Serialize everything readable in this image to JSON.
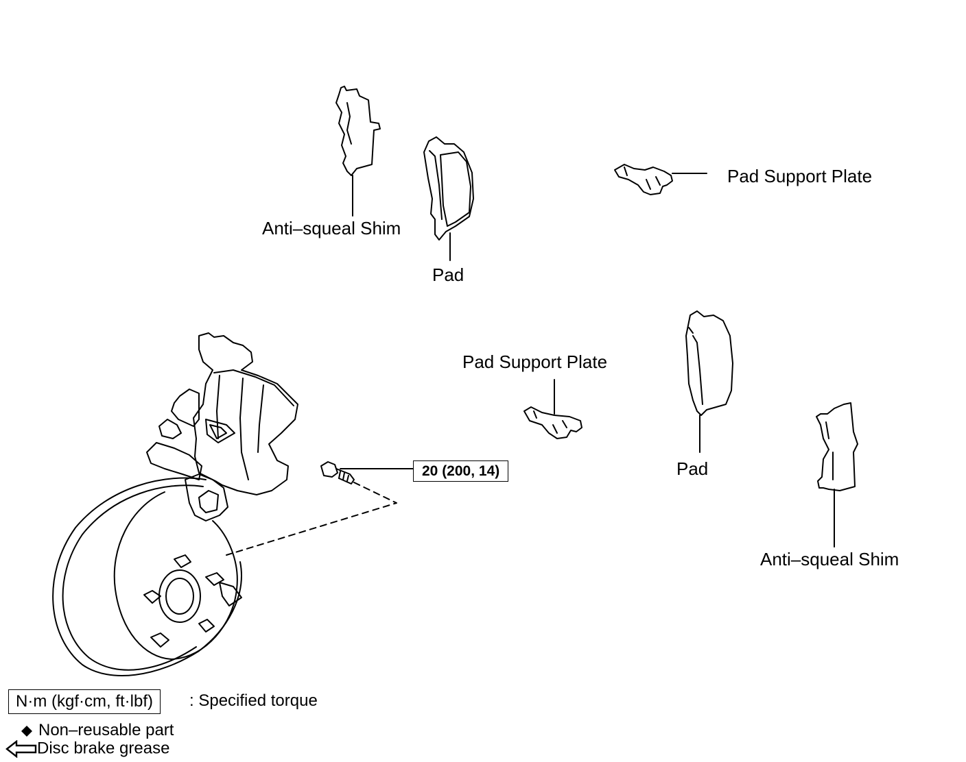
{
  "labels": {
    "shim_top": "Anti–squeal Shim",
    "pad_top": "Pad",
    "plate_top": "Pad Support Plate",
    "plate_mid": "Pad Support Plate",
    "pad_right": "Pad",
    "shim_right": "Anti–squeal Shim"
  },
  "torque_spec": "20 (200, 14)",
  "legend": {
    "torque_unit": "N·m (kgf·cm, ft·lbf)",
    "torque_desc": ": Specified torque",
    "non_reusable_icon": "diamond-icon",
    "non_reusable": "Non–reusable part",
    "grease_icon": "hollow-arrow-icon",
    "grease": "Disc brake grease"
  }
}
